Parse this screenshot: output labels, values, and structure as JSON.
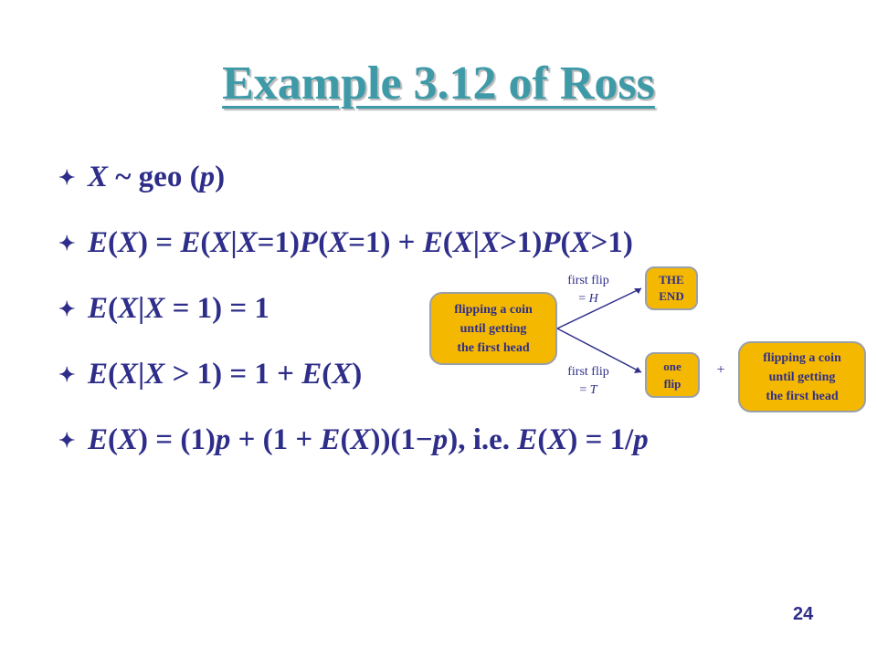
{
  "slide": {
    "title": "Example 3.12 of Ross",
    "page_number": "24"
  },
  "bullets": [
    {
      "X": "X",
      "sim": " ~ geo (",
      "p": "p",
      "close": ")"
    },
    {
      "text_parts": [
        "E",
        "(",
        "X",
        ") = ",
        "E",
        "(",
        "X",
        "|",
        "X",
        "=1)",
        "P",
        "(",
        "X",
        "=1) + ",
        "E",
        "(",
        "X",
        "|",
        "X",
        ">1)",
        "P",
        "(",
        "X",
        ">1)"
      ]
    },
    {
      "text_parts": [
        "E",
        "(",
        "X",
        "|",
        "X",
        " = 1) = 1"
      ]
    },
    {
      "text_parts": [
        "E",
        "(",
        "X",
        "|",
        "X",
        " > 1) = 1 + ",
        "E",
        "(",
        "X",
        ")"
      ]
    },
    {
      "text_parts": [
        "E",
        "(",
        "X",
        ") = (1)",
        "p",
        " + (1 + ",
        "E",
        "(",
        "X",
        "))(1",
        "−",
        "p",
        "), i.e. ",
        "E",
        "(",
        "X",
        ") = 1/",
        "p"
      ]
    }
  ],
  "diagram": {
    "start_box": {
      "line1": "flipping a coin",
      "line2": "until getting",
      "line3": "the first head"
    },
    "end_box": {
      "line1": "THE",
      "line2": "END"
    },
    "one_flip_box": {
      "line1": "one",
      "line2": "flip"
    },
    "repeat_box": {
      "line1": "flipping a coin",
      "line2": "until getting",
      "line3": "the first head"
    },
    "label_heads": {
      "line1": "first flip",
      "eq": "= ",
      "var": "H"
    },
    "label_tails": {
      "line1": "first flip",
      "eq": "= ",
      "var": "T"
    },
    "plus": "+"
  },
  "colors": {
    "title": "#3f9aa8",
    "text": "#2e2e8a",
    "box_fill": "#f5b800",
    "box_border": "#9aa0a6"
  },
  "icons": {
    "bullet": "four-point-star-icon"
  }
}
